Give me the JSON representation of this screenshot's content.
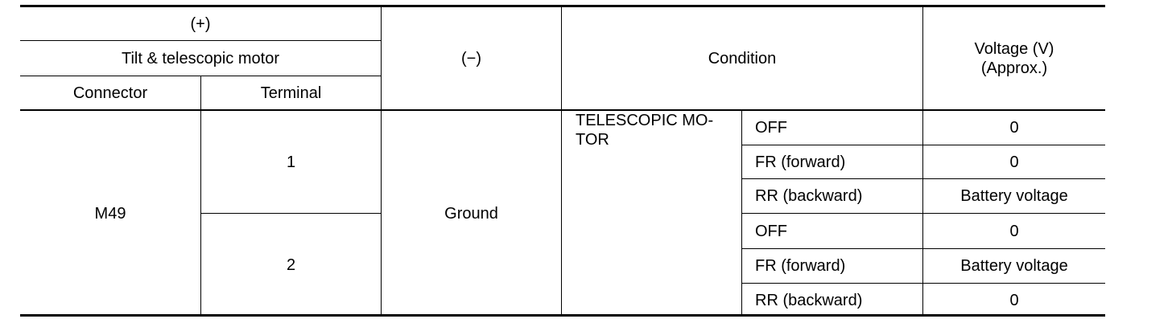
{
  "header": {
    "plus": "(+)",
    "motor": "Tilt & telescopic motor",
    "connector": "Connector",
    "terminal": "Terminal",
    "minus": "(−)",
    "condition": "Condition",
    "voltage_line1": "Voltage (V)",
    "voltage_line2": "(Approx.)"
  },
  "body": {
    "connector": "M49",
    "ground": "Ground",
    "condition_main_line1": "TELESCOPIC MO-",
    "condition_main_line2": "TOR",
    "rows": [
      {
        "terminal": "1",
        "sub": "OFF",
        "voltage": "0"
      },
      {
        "sub": "FR (forward)",
        "voltage": "0"
      },
      {
        "sub": "RR (backward)",
        "voltage": "Battery voltage"
      },
      {
        "terminal": "2",
        "sub": "OFF",
        "voltage": "0"
      },
      {
        "sub": "FR (forward)",
        "voltage": "Battery voltage"
      },
      {
        "sub": "RR (backward)",
        "voltage": "0"
      }
    ]
  }
}
